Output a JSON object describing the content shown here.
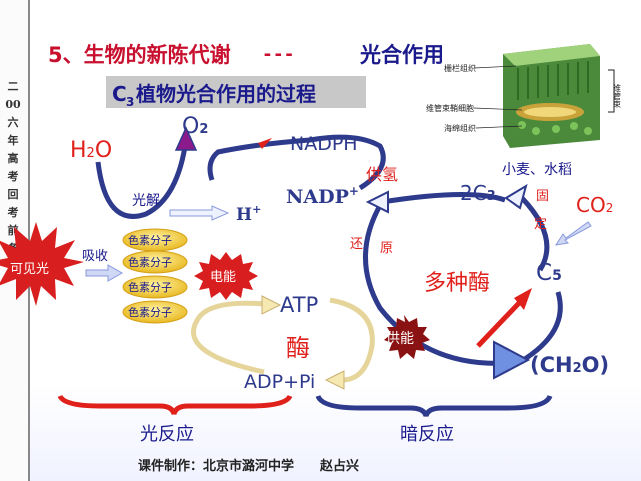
{
  "slide": {
    "title": "5、生物的新陈代谢",
    "title_dashes": "---",
    "title_topic": "光合作用",
    "subtitle_c": "C",
    "subtitle_sub": "3",
    "subtitle_rest": "植物光合作用的过程",
    "sidebar_text": "二00六年高考回考前备点",
    "footer": "课件制作：北京市潞河中学　　赵占兴"
  },
  "leaf_image": {
    "labels": [
      "栅栏组织",
      "维管束鞘细胞",
      "海绵组织"
    ],
    "bracket_label": "维管束",
    "caption": "小麦、水稻"
  },
  "diagram": {
    "h2o_h": "H",
    "h2o_sub": "2",
    "h2o_o": "O",
    "o2_o": "O",
    "o2_sub": "2",
    "photolysis": "光解",
    "h_plus": "H",
    "h_plus_sup": "+",
    "visible_light": "可见光",
    "absorb": "吸收",
    "pigments": [
      "色素分子",
      "色素分子",
      "色素分子",
      "色素分子"
    ],
    "electric_energy": "电能",
    "nadph": "NADPH",
    "hydrogen_supply": "供氢",
    "nadp_plus": "NADP",
    "nadp_sup": "+",
    "reduction": [
      "还",
      "原"
    ],
    "atp": "ATP",
    "enzyme": "酶",
    "adp_pi": "ADP+Pi",
    "energy_supply": "供能",
    "multiple_enzymes": "多种酶",
    "c3_pre": "2C",
    "c3_sub": "3",
    "fixation": [
      "固",
      "定"
    ],
    "co2_pre": "CO",
    "co2_sub": "2",
    "c5_c": "C",
    "c5_sub": "5",
    "ch2o_pre": "(CH",
    "ch2o_sub": "2",
    "ch2o_post": "O)",
    "light_reaction": "光反应",
    "dark_reaction": "暗反应"
  },
  "colors": {
    "title_red": "#c8102e",
    "topic_blue": "#1a1a8c",
    "arrow_navy": "#2e3a8c",
    "text_red": "#e0201b",
    "dark_text": "#222222",
    "pigment_fill": "#f5c832",
    "burst_red": "#d81e1e",
    "subtitle_bg": "#c8c8c8"
  }
}
